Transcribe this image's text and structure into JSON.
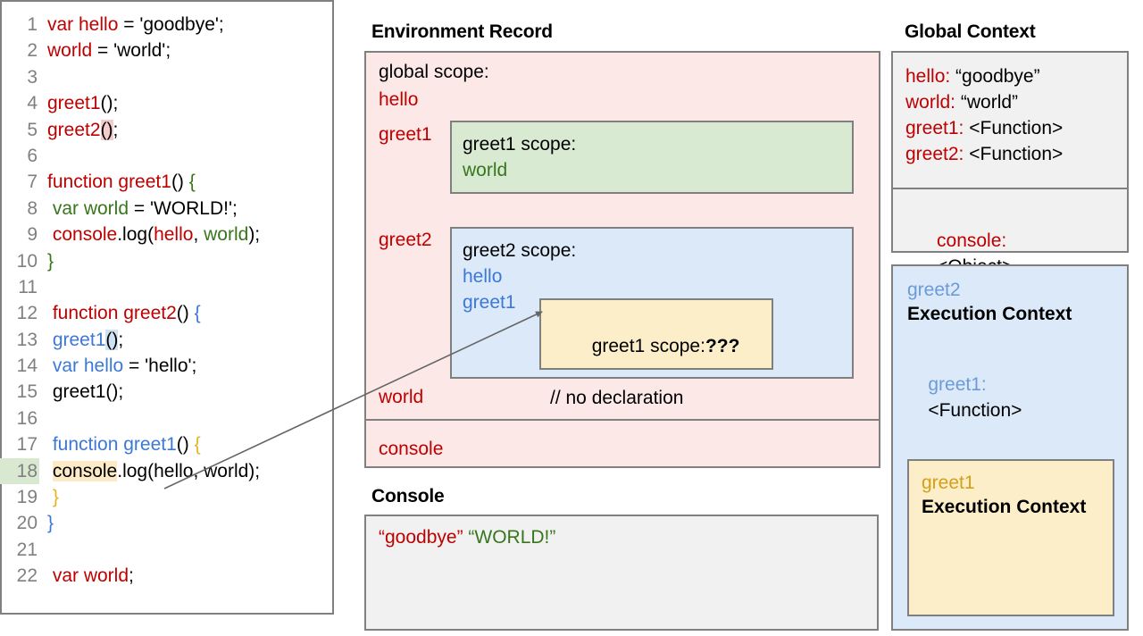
{
  "code": {
    "lines": [
      {
        "n": "1",
        "tokens": [
          {
            "t": "var hello",
            "c": "red"
          },
          {
            "t": " = 'goodbye';",
            "c": "black"
          }
        ]
      },
      {
        "n": "2",
        "tokens": [
          {
            "t": "world",
            "c": "red"
          },
          {
            "t": " = 'world';",
            "c": "black"
          }
        ]
      },
      {
        "n": "3",
        "tokens": []
      },
      {
        "n": "4",
        "tokens": [
          {
            "t": "greet1",
            "c": "red"
          },
          {
            "t": "();",
            "c": "black"
          }
        ]
      },
      {
        "n": "5",
        "tokens": [
          {
            "t": "greet2",
            "c": "red"
          },
          {
            "t": "()",
            "c": "black",
            "hl": "pink"
          },
          {
            "t": ";",
            "c": "black"
          }
        ]
      },
      {
        "n": "6",
        "tokens": []
      },
      {
        "n": "7",
        "tokens": [
          {
            "t": "function greet1",
            "c": "red"
          },
          {
            "t": "() ",
            "c": "black"
          },
          {
            "t": "{",
            "c": "green"
          }
        ]
      },
      {
        "n": "8",
        "tokens": [
          {
            "t": " var world",
            "c": "green"
          },
          {
            "t": " = 'WORLD!';",
            "c": "black"
          }
        ]
      },
      {
        "n": "9",
        "tokens": [
          {
            "t": " console",
            "c": "red"
          },
          {
            "t": ".log(",
            "c": "black"
          },
          {
            "t": "hello",
            "c": "red"
          },
          {
            "t": ", ",
            "c": "black"
          },
          {
            "t": "world",
            "c": "green"
          },
          {
            "t": ");",
            "c": "black"
          }
        ]
      },
      {
        "n": "10",
        "tokens": [
          {
            "t": "}",
            "c": "green"
          }
        ]
      },
      {
        "n": "11",
        "tokens": []
      },
      {
        "n": "12",
        "tokens": [
          {
            "t": " function greet2",
            "c": "red"
          },
          {
            "t": "() ",
            "c": "black"
          },
          {
            "t": "{",
            "c": "blue"
          }
        ]
      },
      {
        "n": "13",
        "tokens": [
          {
            "t": " greet1",
            "c": "blue"
          },
          {
            "t": "()",
            "c": "black",
            "hl": "blue"
          },
          {
            "t": ";",
            "c": "black"
          }
        ]
      },
      {
        "n": "14",
        "tokens": [
          {
            "t": " var hello",
            "c": "blue"
          },
          {
            "t": " = 'hello';",
            "c": "black"
          }
        ]
      },
      {
        "n": "15",
        "tokens": [
          {
            "t": " greet1();",
            "c": "black"
          }
        ]
      },
      {
        "n": "16",
        "tokens": []
      },
      {
        "n": "17",
        "tokens": [
          {
            "t": " function greet1",
            "c": "blue"
          },
          {
            "t": "() ",
            "c": "black"
          },
          {
            "t": "{",
            "c": "gold"
          }
        ]
      },
      {
        "n": "18",
        "tokens": [
          {
            "t": " ",
            "c": "black"
          },
          {
            "t": "console",
            "c": "black",
            "hl": "yellow"
          },
          {
            "t": ".log(hello, world);",
            "c": "black"
          }
        ],
        "lineHighlight": true
      },
      {
        "n": "19",
        "tokens": [
          {
            "t": " }",
            "c": "gold"
          }
        ]
      },
      {
        "n": "20",
        "tokens": [
          {
            "t": "}",
            "c": "blue"
          }
        ]
      },
      {
        "n": "21",
        "tokens": []
      },
      {
        "n": "22",
        "tokens": [
          {
            "t": " var world",
            "c": "red"
          },
          {
            "t": ";",
            "c": "black"
          }
        ]
      }
    ]
  },
  "environment_record": {
    "title": "Environment Record",
    "global_scope_label": "global scope:",
    "globals": [
      "hello",
      "greet1",
      "greet2",
      "world"
    ],
    "console_entry": "console",
    "greet1_scope": {
      "header": "greet1 scope:",
      "vars": [
        "world"
      ]
    },
    "greet2_scope": {
      "header": "greet2 scope:",
      "vars": [
        "hello",
        "greet1"
      ],
      "inner": {
        "header": "greet1 scope:",
        "header_suffix": "???",
        "note": "// no declaration"
      }
    }
  },
  "console": {
    "title": "Console",
    "output": [
      {
        "text": "“goodbye”",
        "color": "#c00000"
      },
      {
        "text": "“WORLD!”",
        "color": "#38761d"
      }
    ]
  },
  "global_context": {
    "title": "Global Context",
    "vars": [
      {
        "name": "hello",
        "value": "“goodbye”"
      },
      {
        "name": "world",
        "value": "“world”"
      },
      {
        "name": "greet1",
        "value": "<Function>"
      },
      {
        "name": "greet2",
        "value": "<Function>"
      }
    ],
    "console": {
      "name": "console",
      "value": "<Object>"
    }
  },
  "greet2_execution_context": {
    "name": "greet2",
    "title": "Execution Context",
    "vars": [
      {
        "name": "greet1",
        "value": "<Function>"
      }
    ]
  },
  "greet1_execution_context": {
    "name": "greet1",
    "title": "Execution Context"
  },
  "colors": {
    "red": "#c00000",
    "green": "#38761d",
    "blue": "#3c78d8",
    "gold": "#d4a017",
    "env_bg": "#fce8e6",
    "greet1_bg": "#d9ead3",
    "greet2_bg": "#dce9f9",
    "inner_bg": "#fdeeca",
    "panel_bg": "#f1f1f1",
    "border": "#808080"
  }
}
